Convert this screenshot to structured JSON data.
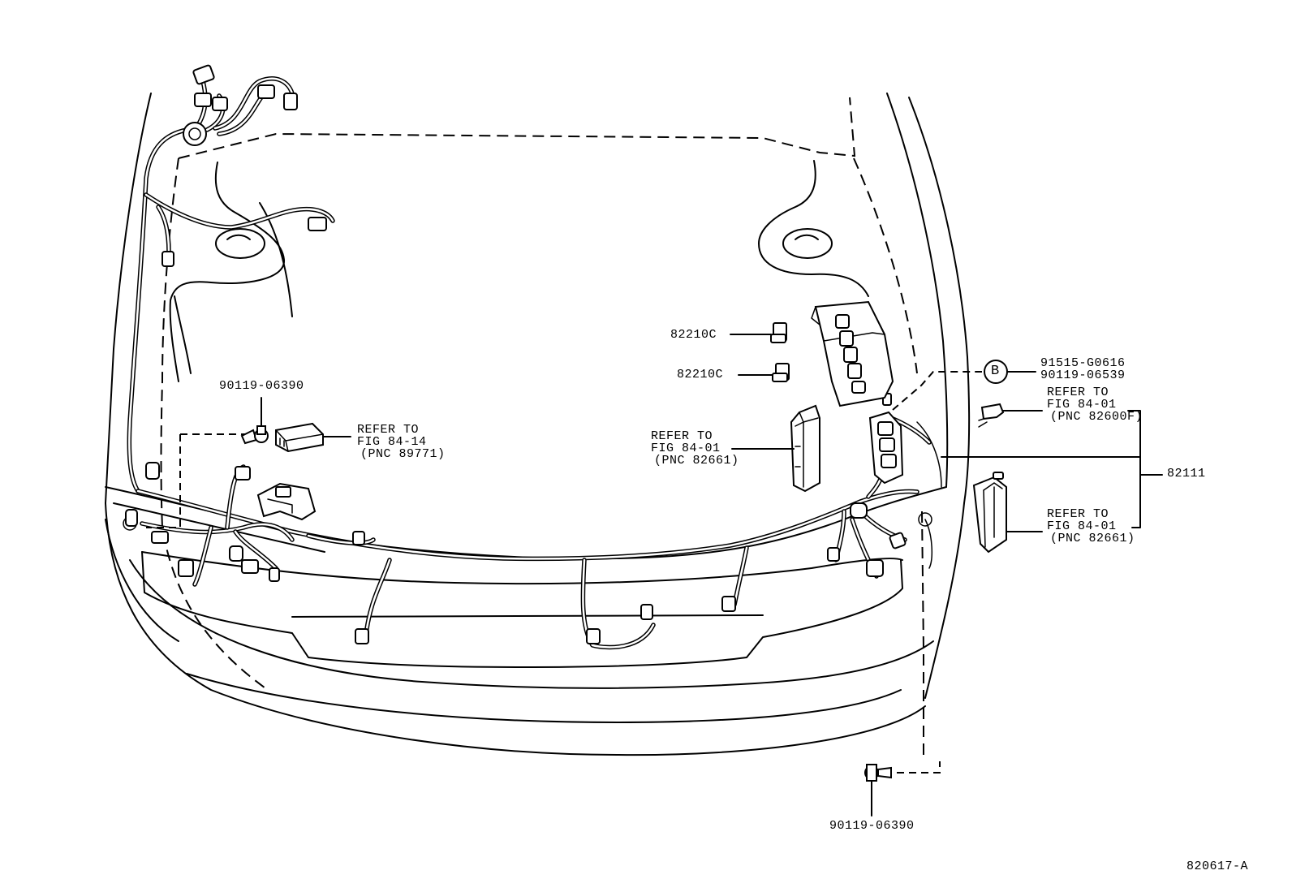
{
  "callouts": {
    "bolt_left": "90119-06390",
    "refer_8914": {
      "line1": "REFER TO",
      "line2": "FIG 84-14",
      "line3": "(PNC 89771)"
    },
    "relay_1": "82210C",
    "relay_2": "82210C",
    "refer_8401_fuse": {
      "line1": "REFER TO",
      "line2": "FIG 84-01",
      "line3": "(PNC 82661)"
    },
    "circle_b": "B",
    "parts_b_1": "91515-G0616",
    "parts_b_2": "90119-06539",
    "refer_8401_82600f": {
      "line1": "REFER TO",
      "line2": "FIG 84-01",
      "line3": "(PNC 82600F)"
    },
    "harness": "82111",
    "refer_8401_right": {
      "line1": "REFER TO",
      "line2": "FIG 84-01",
      "line3": "(PNC 82661)"
    },
    "bolt_bottom": "90119-06390",
    "figure_id": "820617-A"
  }
}
